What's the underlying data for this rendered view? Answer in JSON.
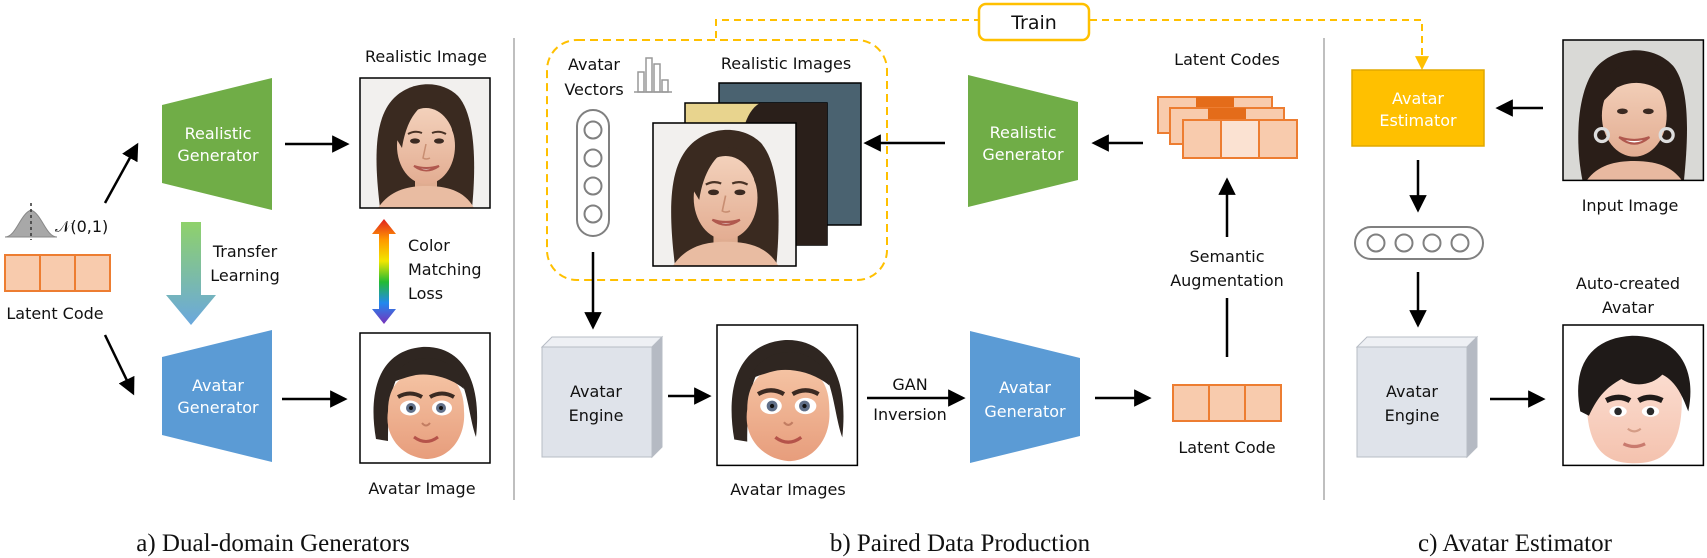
{
  "colors": {
    "green": "#70ad47",
    "blue": "#5b9bd5",
    "orange": "#f8cbad",
    "orange_border": "#ed7d31",
    "orange_dark": "#e46c1a",
    "gold": "#ffc000",
    "engine_face": "#dfe3ea",
    "divider": "#bfbfbf"
  },
  "panel_a": {
    "caption": "a) Dual-domain Generators",
    "latent_code": "Latent Code",
    "normal_dist": "𝒩(0,1)",
    "realistic_generator": [
      "Realistic",
      "Generator"
    ],
    "avatar_generator": [
      "Avatar",
      "Generator"
    ],
    "transfer_learning": [
      "Transfer",
      "Learning"
    ],
    "realistic_image": "Realistic Image",
    "avatar_image": "Avatar Image",
    "color_matching_loss": [
      "Color",
      "Matching",
      "Loss"
    ]
  },
  "panel_b": {
    "caption": "b) Paired Data Production",
    "train": "Train",
    "avatar_vectors": [
      "Avatar",
      "Vectors"
    ],
    "realistic_images": "Realistic Images",
    "realistic_generator": [
      "Realistic",
      "Generator"
    ],
    "latent_codes": "Latent Codes",
    "semantic_augmentation": [
      "Semantic",
      "Augmentation"
    ],
    "avatar_engine": [
      "Avatar",
      "Engine"
    ],
    "avatar_images": "Avatar Images",
    "gan_inversion": [
      "GAN",
      "Inversion"
    ],
    "avatar_generator": [
      "Avatar",
      "Generator"
    ],
    "latent_code": "Latent Code"
  },
  "panel_c": {
    "caption": "c) Avatar Estimator",
    "avatar_estimator": [
      "Avatar",
      "Estimator"
    ],
    "input_image": "Input Image",
    "avatar_engine": [
      "Avatar",
      "Engine"
    ],
    "auto_created_avatar": [
      "Auto-created",
      "Avatar"
    ]
  },
  "icons": {
    "face_photo": "realistic-face-photo",
    "avatar_face": "3d-avatar-face",
    "bell_curve": "gaussian-curve-icon",
    "histogram": "bar-histogram-icon"
  }
}
